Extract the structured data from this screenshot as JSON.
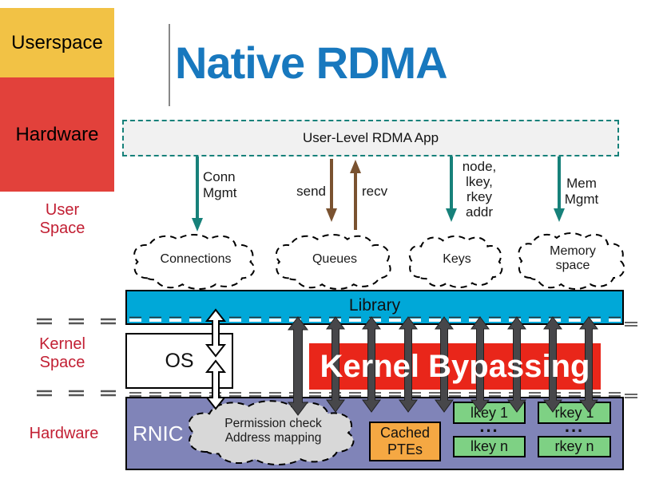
{
  "title": "Native RDMA",
  "legend": {
    "userspace": "Userspace",
    "hardware": "Hardware"
  },
  "side_labels": {
    "user_space": "User\nSpace",
    "kernel_space": "Kernel\nSpace",
    "hardware": "Hardware"
  },
  "app_box": {
    "label": "User-Level RDMA App"
  },
  "flows": {
    "conn_mgmt": "Conn\nMgmt",
    "send": "send",
    "recv": "recv",
    "key_params": "node,\nlkey,\nrkey\naddr",
    "mem_mgmt": "Mem\nMgmt"
  },
  "clouds": {
    "connections": "Connections",
    "queues": "Queues",
    "keys": "Keys",
    "memory_space": "Memory\nspace"
  },
  "library": {
    "label": "Library"
  },
  "os": {
    "label": "OS"
  },
  "kernel_bypassing": {
    "label": "Kernel Bypassing"
  },
  "rnic": {
    "label": "RNIC",
    "cloud": "Permission check\nAddress mapping",
    "cached_ptes": "Cached\nPTEs",
    "lkey1": "lkey 1",
    "lkeyn": "lkey n",
    "rkey1": "rkey 1",
    "rkeyn": "rkey n",
    "ellipsis": "..."
  },
  "colors": {
    "title-blue": "#1878BE",
    "legend-yellow": "#F2C245",
    "legend-red": "#E2413B",
    "label-red": "#C21F33",
    "teal": "#17817A",
    "brown": "#7A5230",
    "library-blue": "#00A8D8",
    "banner-red": "#E9261A",
    "rnic-purple": "#8084B8",
    "key-green": "#7ED184",
    "ptes-orange": "#F5A843",
    "cloud-gray": "#D8D8D8",
    "arrow-gray": "#47474A",
    "app-fill": "#F1F1F1"
  }
}
